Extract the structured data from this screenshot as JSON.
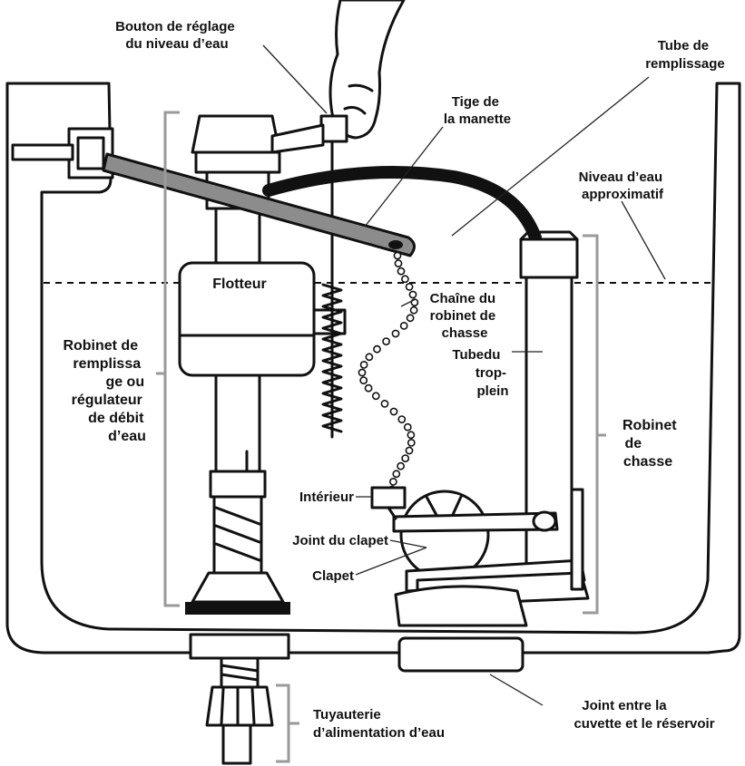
{
  "labels": {
    "bouton_reglage": [
      "Bouton de réglage",
      "du niveau d’eau"
    ],
    "tube_remplissage": [
      "Tube de",
      "remplissage"
    ],
    "tige_manette": [
      "Tige de",
      "la manette"
    ],
    "niveau_eau": [
      "Niveau d’eau",
      "approximatif"
    ],
    "flotteur": "Flotteur",
    "chaine": [
      "Chaîne du",
      "robinet de",
      "chasse"
    ],
    "tube_tropplein": [
      "Tubedu",
      "trop-",
      "plein"
    ],
    "robinet_remplissage": [
      "Robinet de",
      "remplissa",
      "ge ou",
      "régulateur",
      "de débit",
      "d’eau"
    ],
    "robinet_chasse": [
      "Robinet",
      "de",
      "chasse"
    ],
    "interieur": "Intérieur",
    "joint_clapet": "Joint du clapet",
    "clapet": "Clapet",
    "tuyauterie": [
      "Tuyauterie",
      "d’alimentation d’eau"
    ],
    "joint_cuvette": [
      "Joint entre la",
      "cuvette et le réservoir"
    ]
  },
  "colors": {
    "ink": "#111111",
    "bracket": "#9a9a9a",
    "arm_fill": "#8c8c8c",
    "tube_fill": "#111111",
    "background": "#ffffff"
  }
}
